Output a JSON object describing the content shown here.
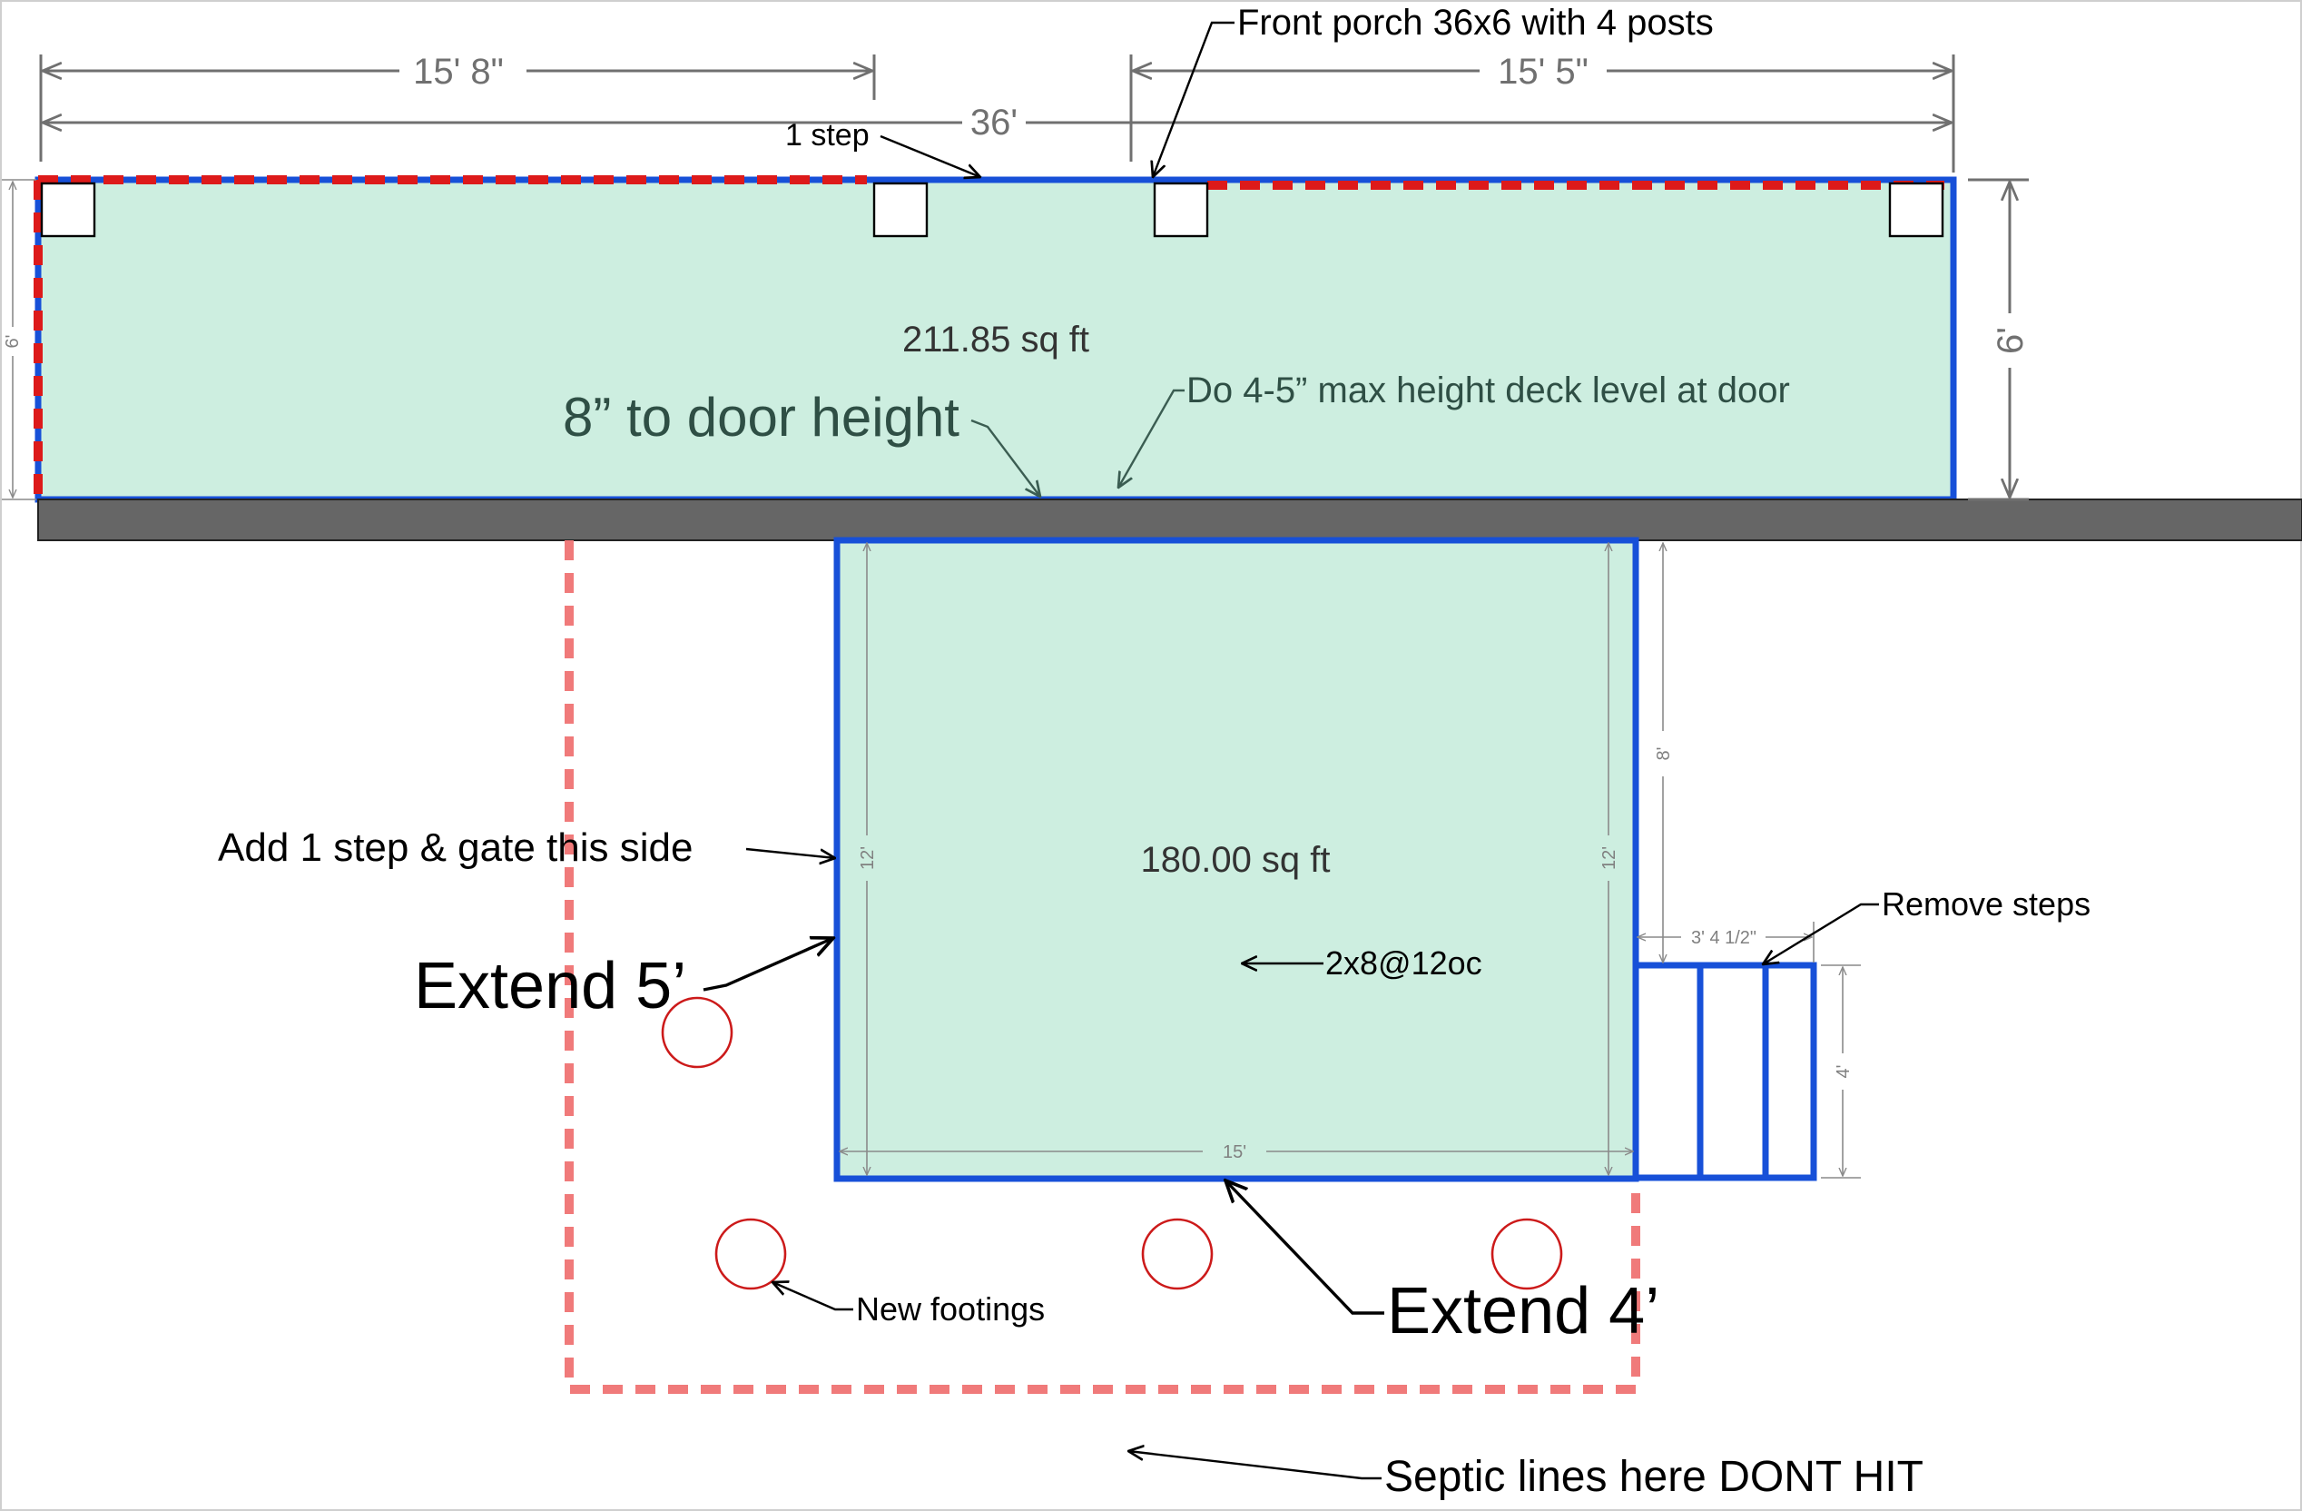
{
  "colors": {
    "deck_fill": "#cdeee0",
    "deck_outline": "#1750d8",
    "house_wall": "#666666",
    "dashed_boundary": "#f07a7a",
    "red_dash": "#dd1a1a",
    "footing": "#cc1a1a",
    "dimension": "#707070",
    "label_green": "#2f4f45"
  },
  "dimensions": {
    "top_left": "15' 8\"",
    "top_overall": "36'",
    "top_right": "15' 5\"",
    "porch_left_height": "6'",
    "porch_right_height": "6'",
    "deck_left_height": "12'",
    "deck_right_height": "12'",
    "deck_width": "15'",
    "deck_side_8ft": "8'",
    "steps_width": "3' 4 1/2\"",
    "steps_height": "4'"
  },
  "areas": {
    "porch": "211.85 sq ft",
    "deck": "180.00 sq ft"
  },
  "annotations": {
    "front_porch": "Front porch 36x6 with 4 posts",
    "one_step": "1 step",
    "door_height": "8” to door height",
    "deck_level": "Do 4-5” max height deck level at door",
    "add_step_gate": "Add 1 step & gate this side",
    "extend_5": "Extend 5’",
    "joists": "2x8@12oc",
    "remove_steps": "Remove steps",
    "new_footings": "New footings",
    "extend_4": "Extend 4’",
    "septic": "Septic lines here DONT HIT"
  },
  "icons": {
    "post": "square-post-icon",
    "footing": "circle-footing-icon",
    "arrow": "arrow-head-icon"
  }
}
